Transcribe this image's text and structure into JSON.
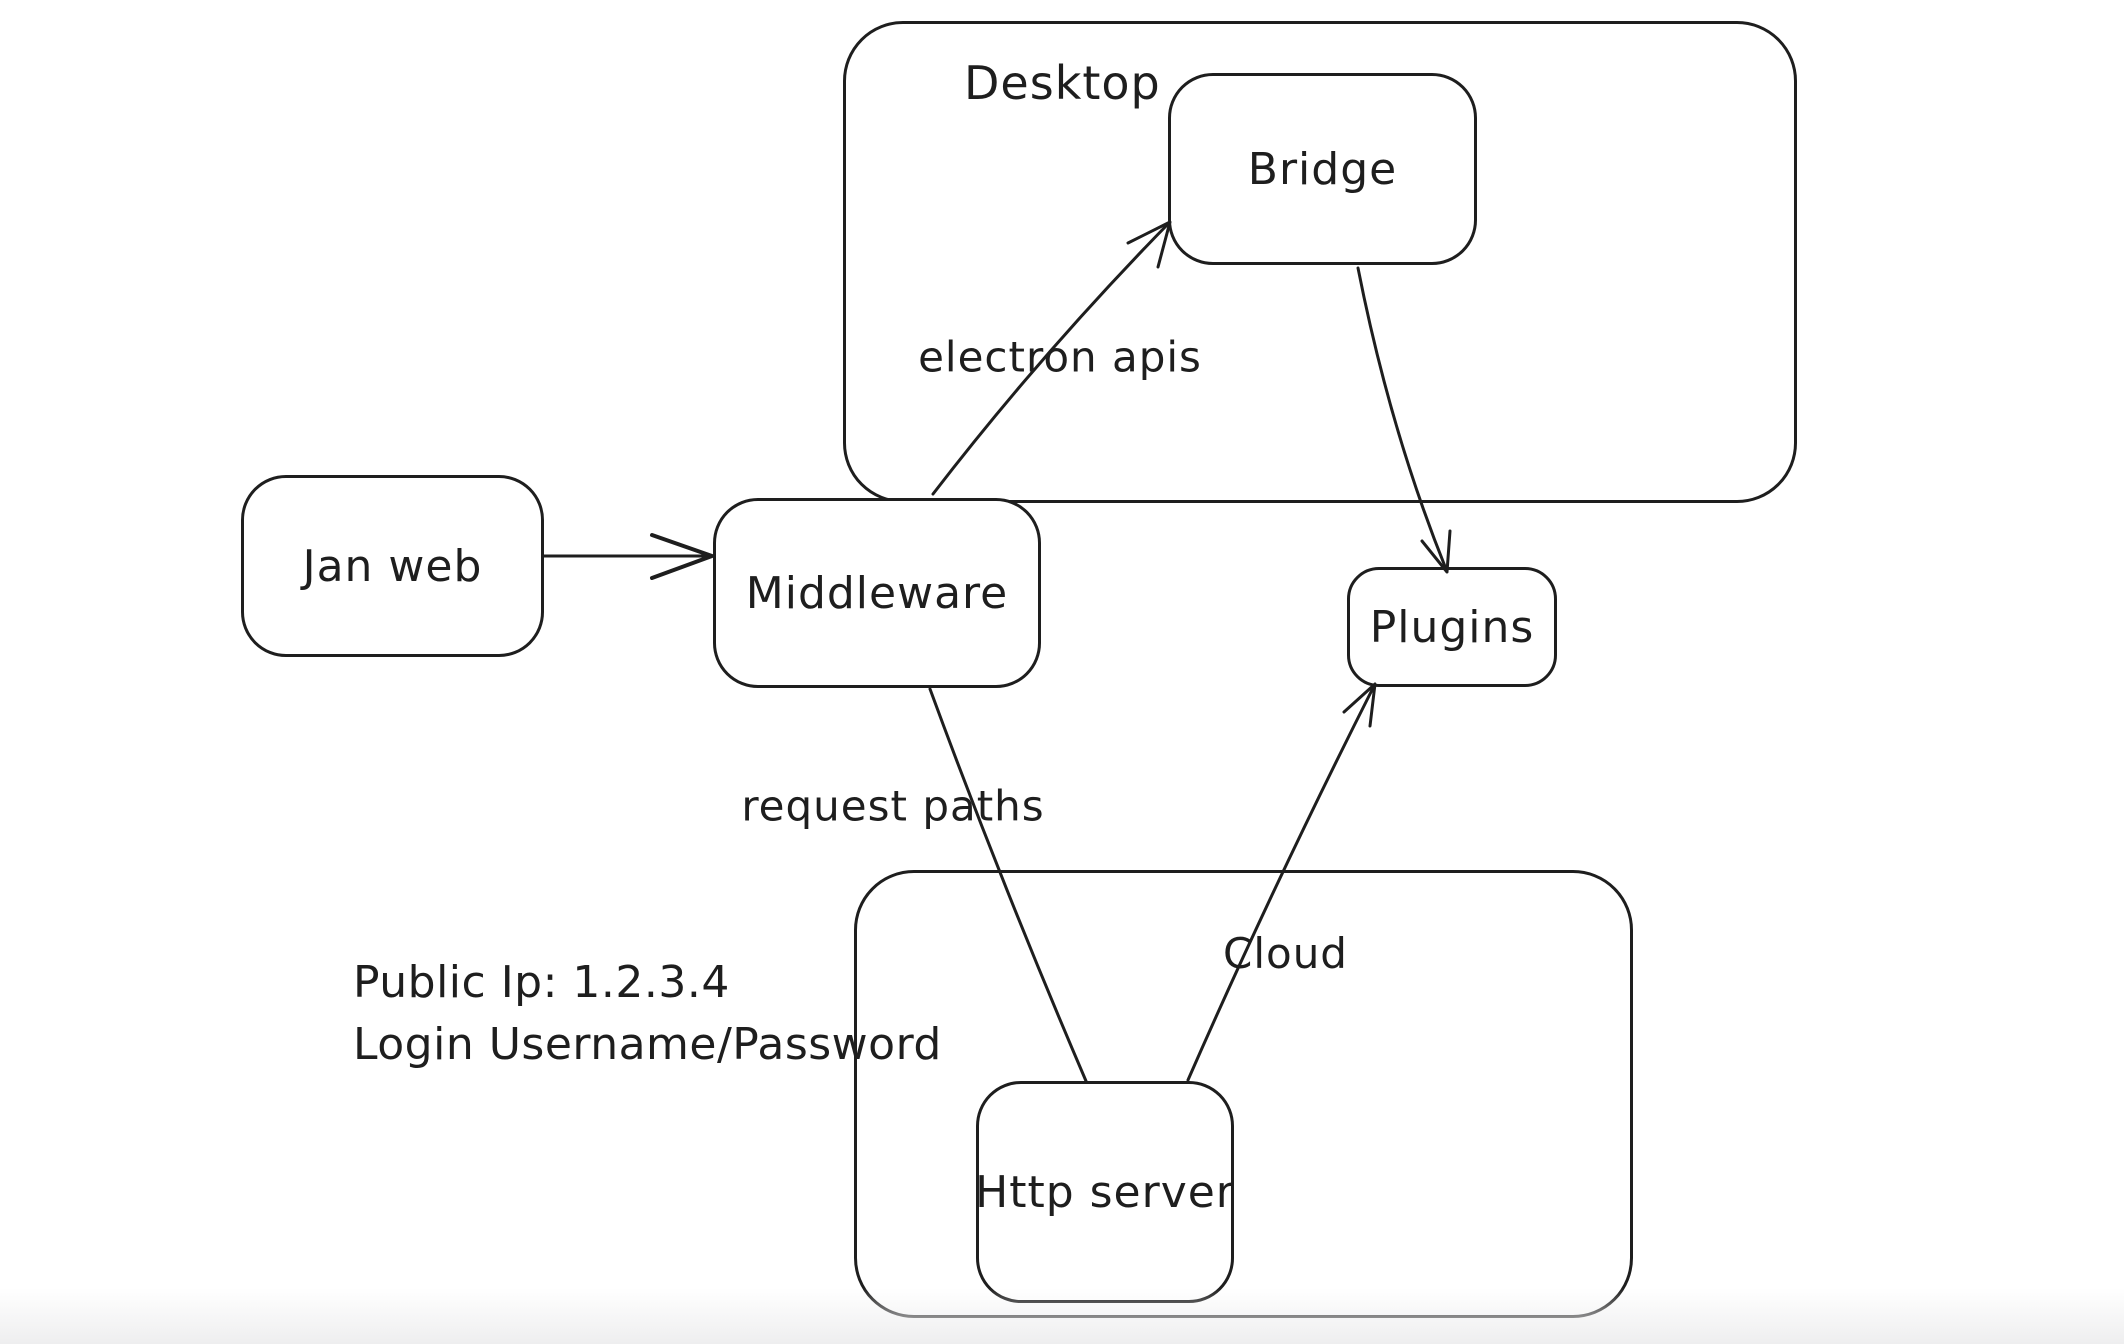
{
  "canvas": {
    "background": "#ffffff",
    "stroke_color": "#1e1e1e",
    "bottom_fade_color": "#eeeeef"
  },
  "containers": {
    "desktop": {
      "label": "Desktop"
    },
    "cloud": {
      "label": "Cloud"
    }
  },
  "nodes": {
    "jan_web": {
      "label": "Jan web"
    },
    "middleware": {
      "label": "Middleware"
    },
    "bridge": {
      "label": "Bridge"
    },
    "plugins": {
      "label": "Plugins"
    },
    "http_server": {
      "label": "Http server"
    }
  },
  "edge_labels": {
    "electron_apis": "electron apis",
    "request_paths": "request paths"
  },
  "annotation": {
    "line1": "Public Ip: 1.2.3.4",
    "line2": "Login Username/Password"
  }
}
